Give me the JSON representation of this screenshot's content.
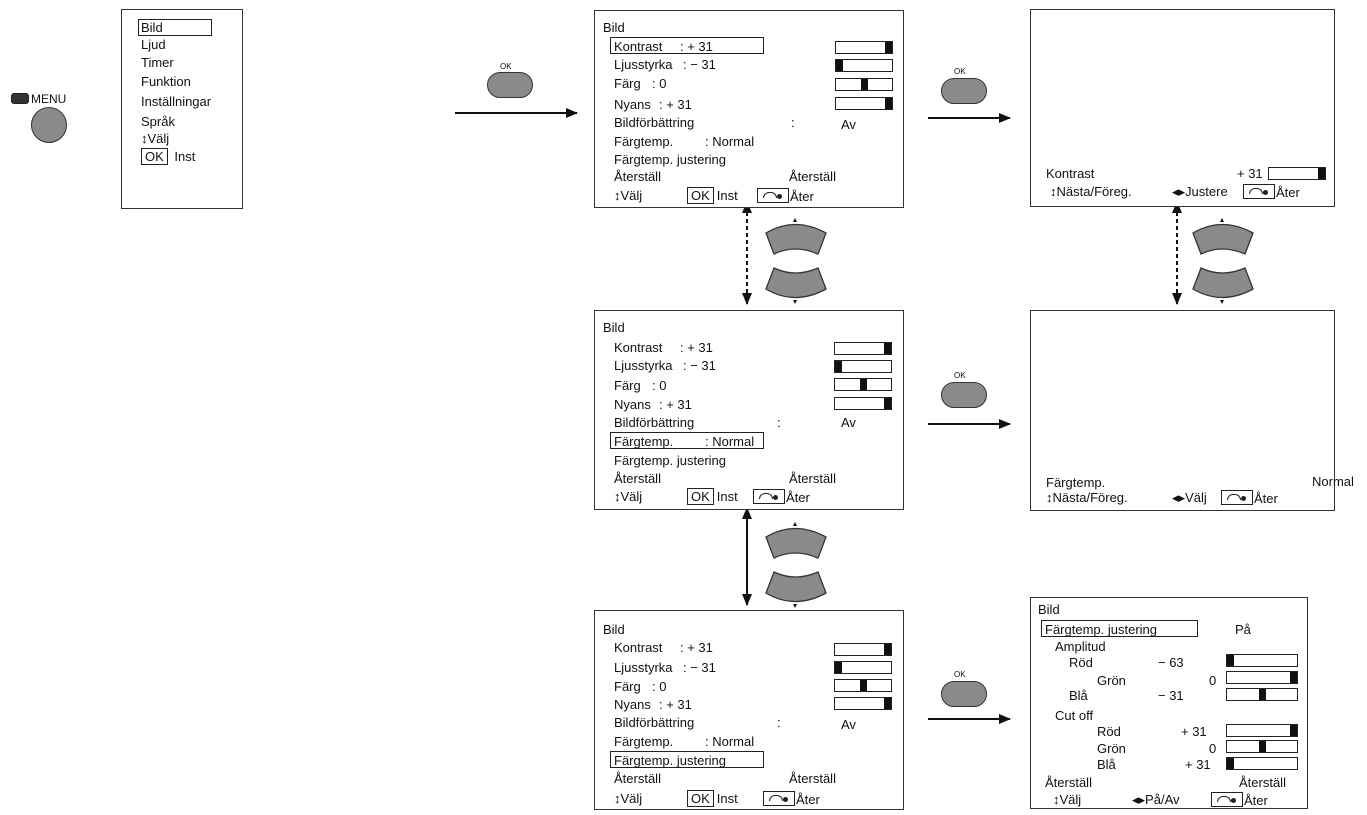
{
  "remote": {
    "menu_label": "MENU",
    "ok_label": "OK"
  },
  "main_menu": {
    "items": [
      "Bild",
      "Ljud",
      "Timer",
      "Funktion",
      "Inställningar",
      "Språk"
    ],
    "select_hint": "↕Välj",
    "ok_key": "OK",
    "ok_hint": "Inst"
  },
  "bild_menu": {
    "title": "Bild",
    "kontrast": "Kontrast",
    "kontrast_value": ": + 31",
    "ljusstyrka": "Ljusstyrka",
    "ljusstyrka_value": ": − 31",
    "farg": "Färg",
    "farg_value": ":      0",
    "nyans": "Nyans",
    "nyans_value": ": + 31",
    "bildforbattring": "Bildförbättring",
    "bildforbattring_sep": ":",
    "bildforbattring_value": "Av",
    "fargtemp": "Färgtemp.",
    "fargtemp_value": ":   Normal",
    "fargtemp_justering": "Färgtemp. justering",
    "aterstall": "Återställ",
    "aterstall_value": "Återställ",
    "footer_select": "↕Välj",
    "footer_ok": "OK",
    "footer_inst": "Inst",
    "footer_back": "Åter"
  },
  "kontrast_screen": {
    "label": "Kontrast",
    "value": "+ 31",
    "nav": "↕Nästa/Föreg.",
    "adjust": "◂▸Justere",
    "back": "Åter"
  },
  "fargtemp_screen": {
    "label": "Färgtemp.",
    "value": "Normal",
    "nav": "↕Nästa/Föreg.",
    "select": "◂▸Välj",
    "back": "Åter"
  },
  "justering_screen": {
    "title": "Bild",
    "header": "Färgtemp. justering",
    "header_value": "På",
    "amplitud": "Amplitud",
    "amp_rod": "Röd",
    "amp_rod_value": "− 63",
    "amp_gron": "Grön",
    "amp_gron_value": "0",
    "amp_bla": "Blå",
    "amp_bla_value": "− 31",
    "cutoff": "Cut off",
    "cut_rod": "Röd",
    "cut_rod_value": "+ 31",
    "cut_gron": "Grön",
    "cut_gron_value": "0",
    "cut_bla": "Blå",
    "cut_bla_value": "+ 31",
    "aterstall": "Återställ",
    "aterstall_value": "Återställ",
    "footer_select": "↕Välj",
    "footer_toggle": "◂▸På/Av",
    "footer_back": "Åter"
  },
  "levels": {
    "kontrast": 1.0,
    "ljusstyrka": 0.0,
    "farg": 0.5,
    "nyans": 1.0,
    "amp_rod": 0.0,
    "amp_gron": 1.0,
    "amp_bla": 0.5,
    "cut_rod": 1.0,
    "cut_gron": 0.5,
    "cut_bla": 0.0
  }
}
